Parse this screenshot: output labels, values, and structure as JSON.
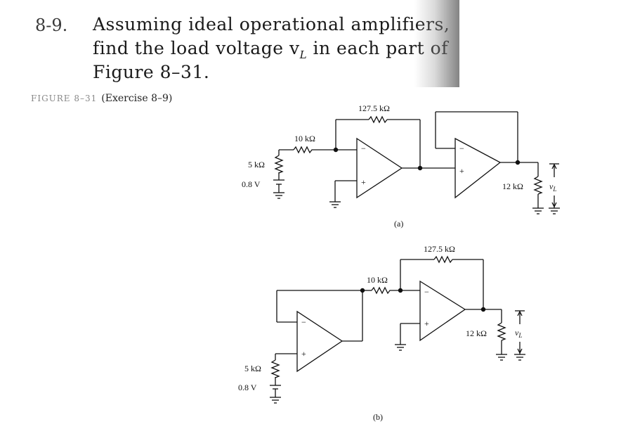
{
  "problem": {
    "number": "8-9.",
    "line1": "Assuming ideal operational amplifiers,",
    "line2": "find the load voltage v",
    "line2_sub": "L",
    "line2_end": " in each part of",
    "line3": "Figure 8–31."
  },
  "figure": {
    "tag": "FIGURE 8–31",
    "caption": "(Exercise 8–9)"
  },
  "circuit_a": {
    "part_label": "(a)",
    "feedback_resistor": "127.5 kΩ",
    "input_resistor": "10 kΩ",
    "source_resistor": "5 kΩ",
    "source_voltage": "0.8 V",
    "load_resistor": "12 kΩ",
    "output_label": "v",
    "output_sub": "L"
  },
  "circuit_b": {
    "part_label": "(b)",
    "feedback_resistor": "127.5 kΩ",
    "input_resistor": "10 kΩ",
    "source_resistor": "5 kΩ",
    "source_voltage": "0.8 V",
    "load_resistor": "12 kΩ",
    "output_label": "v",
    "output_sub": "L"
  }
}
